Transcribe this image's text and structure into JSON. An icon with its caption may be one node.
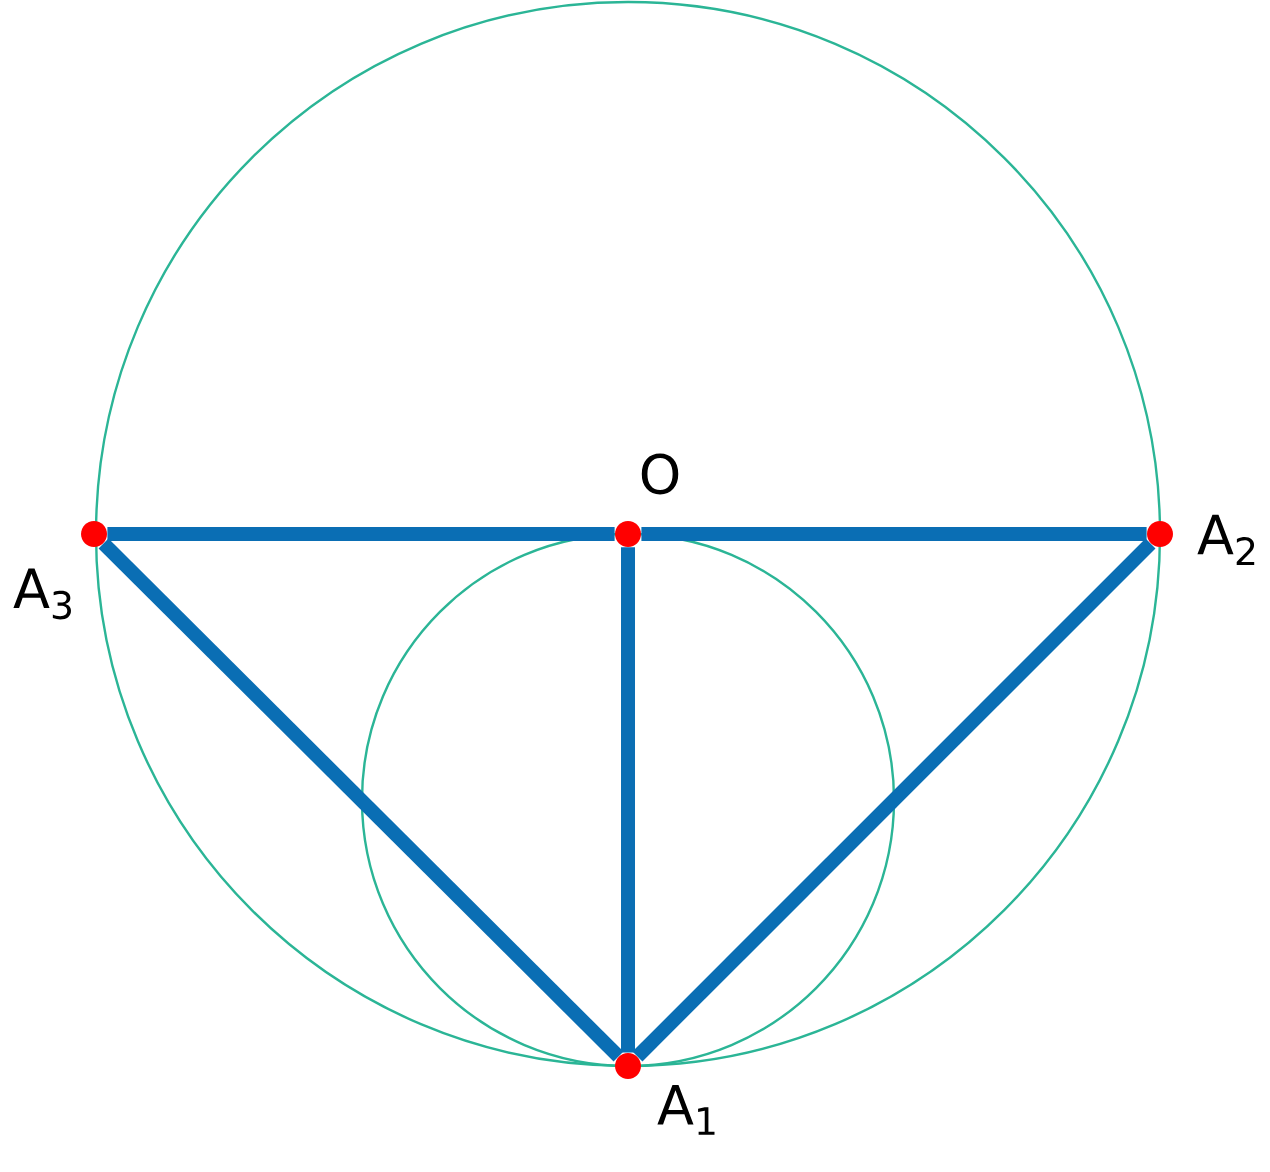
{
  "diagram": {
    "nodes": [
      {
        "text": [],
        "shape": "circle",
        "beside": [
          "O"
        ]
      },
      {
        "text": [],
        "shape": "circle",
        "beside": [
          "A$_{3}$"
        ]
      },
      {
        "text": [],
        "shape": "circle",
        "beside": [
          "A$_{2}$"
        ]
      },
      {
        "text": [],
        "shape": "circle",
        "beside": [
          "A$_{1}$"
        ]
      }
    ],
    "edges": [
      {
        "from": 1,
        "to": 0,
        "arrow": "none"
      },
      {
        "from": 0,
        "to": 2,
        "arrow": "none"
      },
      {
        "from": 0,
        "to": 3,
        "arrow": "none"
      },
      {
        "from": 3,
        "to": 2,
        "arrow": "none"
      },
      {
        "from": 3,
        "to": 1,
        "arrow": "none"
      }
    ]
  }
}
